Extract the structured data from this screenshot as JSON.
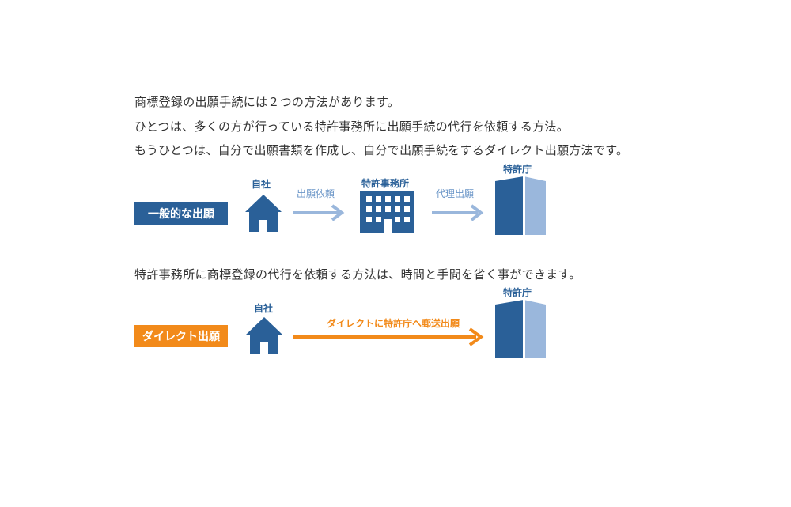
{
  "intro": {
    "line1": "商標登録の出願手続には２つの方法があります。",
    "line2": "ひとつは、多くの方が行っている特許事務所に出願手続の代行を依頼する方法。",
    "line3": "もうひとつは、自分で出願書類を作成し、自分で出願手続をするダイレクト出願方法です。"
  },
  "general_flow": {
    "badge": "一般的な出願",
    "badge_color": "#2a6098",
    "self_label": "自社",
    "arrow1_label": "出願依頼",
    "office_label": "特許事務所",
    "arrow2_label": "代理出願",
    "jpo_label": "特許庁",
    "arrow_color": "#9ab7dc",
    "icon_color": "#2a6098",
    "icons": [
      "house-icon",
      "office-building-icon",
      "patent-office-building-icon"
    ]
  },
  "middle_text": "特許事務所に商標登録の代行を依頼する方法は、時間と手間を省く事ができます。",
  "direct_flow": {
    "badge": "ダイレクト出願",
    "badge_color": "#f28a1a",
    "self_label": "自社",
    "arrow_label": "ダイレクトに特許庁へ郵送出願",
    "jpo_label": "特許庁",
    "arrow_color": "#f28a1a",
    "icons": [
      "house-icon",
      "patent-office-building-icon"
    ]
  }
}
